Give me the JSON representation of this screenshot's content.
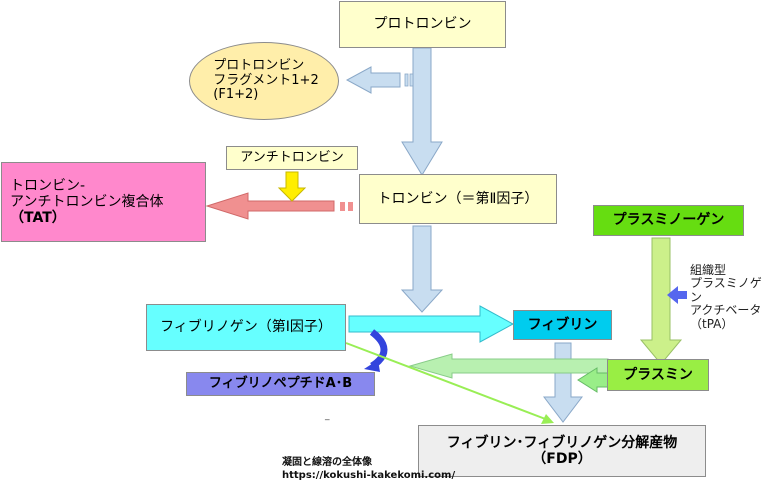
{
  "nodes": {
    "prothrombin": "プロトロンビン",
    "f12_line1": "プロトロンビン",
    "f12_line2": "フラグメント1+2",
    "f12_line3": "(F1+2)",
    "antithrombin": "アンチトロンビン",
    "tat_line1": "トロンビン-",
    "tat_line2": "アンチトロンビン複合体",
    "tat_line3": "（TAT）",
    "thrombin": "トロンビン（＝第Ⅱ因子）",
    "plasminogen": "プラスミノーゲン",
    "tpa_line1": "組織型",
    "tpa_line2": "プラスミノゲン",
    "tpa_line3": "アクチベータ",
    "tpa_line4": "（tPA）",
    "fibrinogen": "フィブリノゲン（第Ⅰ因子）",
    "fibrin": "フィブリン",
    "fibrinopeptide": "フィブリノペプチドA･B",
    "plasmin": "プラスミン",
    "fdp_line1": "フィブリン･フィブリノゲン分解産物",
    "fdp_line2": "（FDP）"
  },
  "footer": {
    "title": "凝固と線溶の全体像",
    "url": "https://kokushi-kakekomi.com/"
  },
  "colors": {
    "yellow_box": "#ffffcc",
    "f12_ellipse": "#ffeeaa",
    "pink_box": "#ff88cc",
    "green_box": "#66dd11",
    "light_green_box": "#99ee44",
    "cyan_box": "#66ffff",
    "fibrin_box": "#00ccee",
    "purple_box": "#8888ee",
    "gray_box": "#eeeeee",
    "blue_arrow": "#c8ddf0",
    "salmon_arrow": "#f09090",
    "yellow_arrow": "#ffee00",
    "cyan_arrow": "#66ffff",
    "green_arrow": "#99ee88",
    "purple_arrow": "#5566ee",
    "curve_arrow": "#3344dd",
    "thin_line": "#99ee55"
  }
}
